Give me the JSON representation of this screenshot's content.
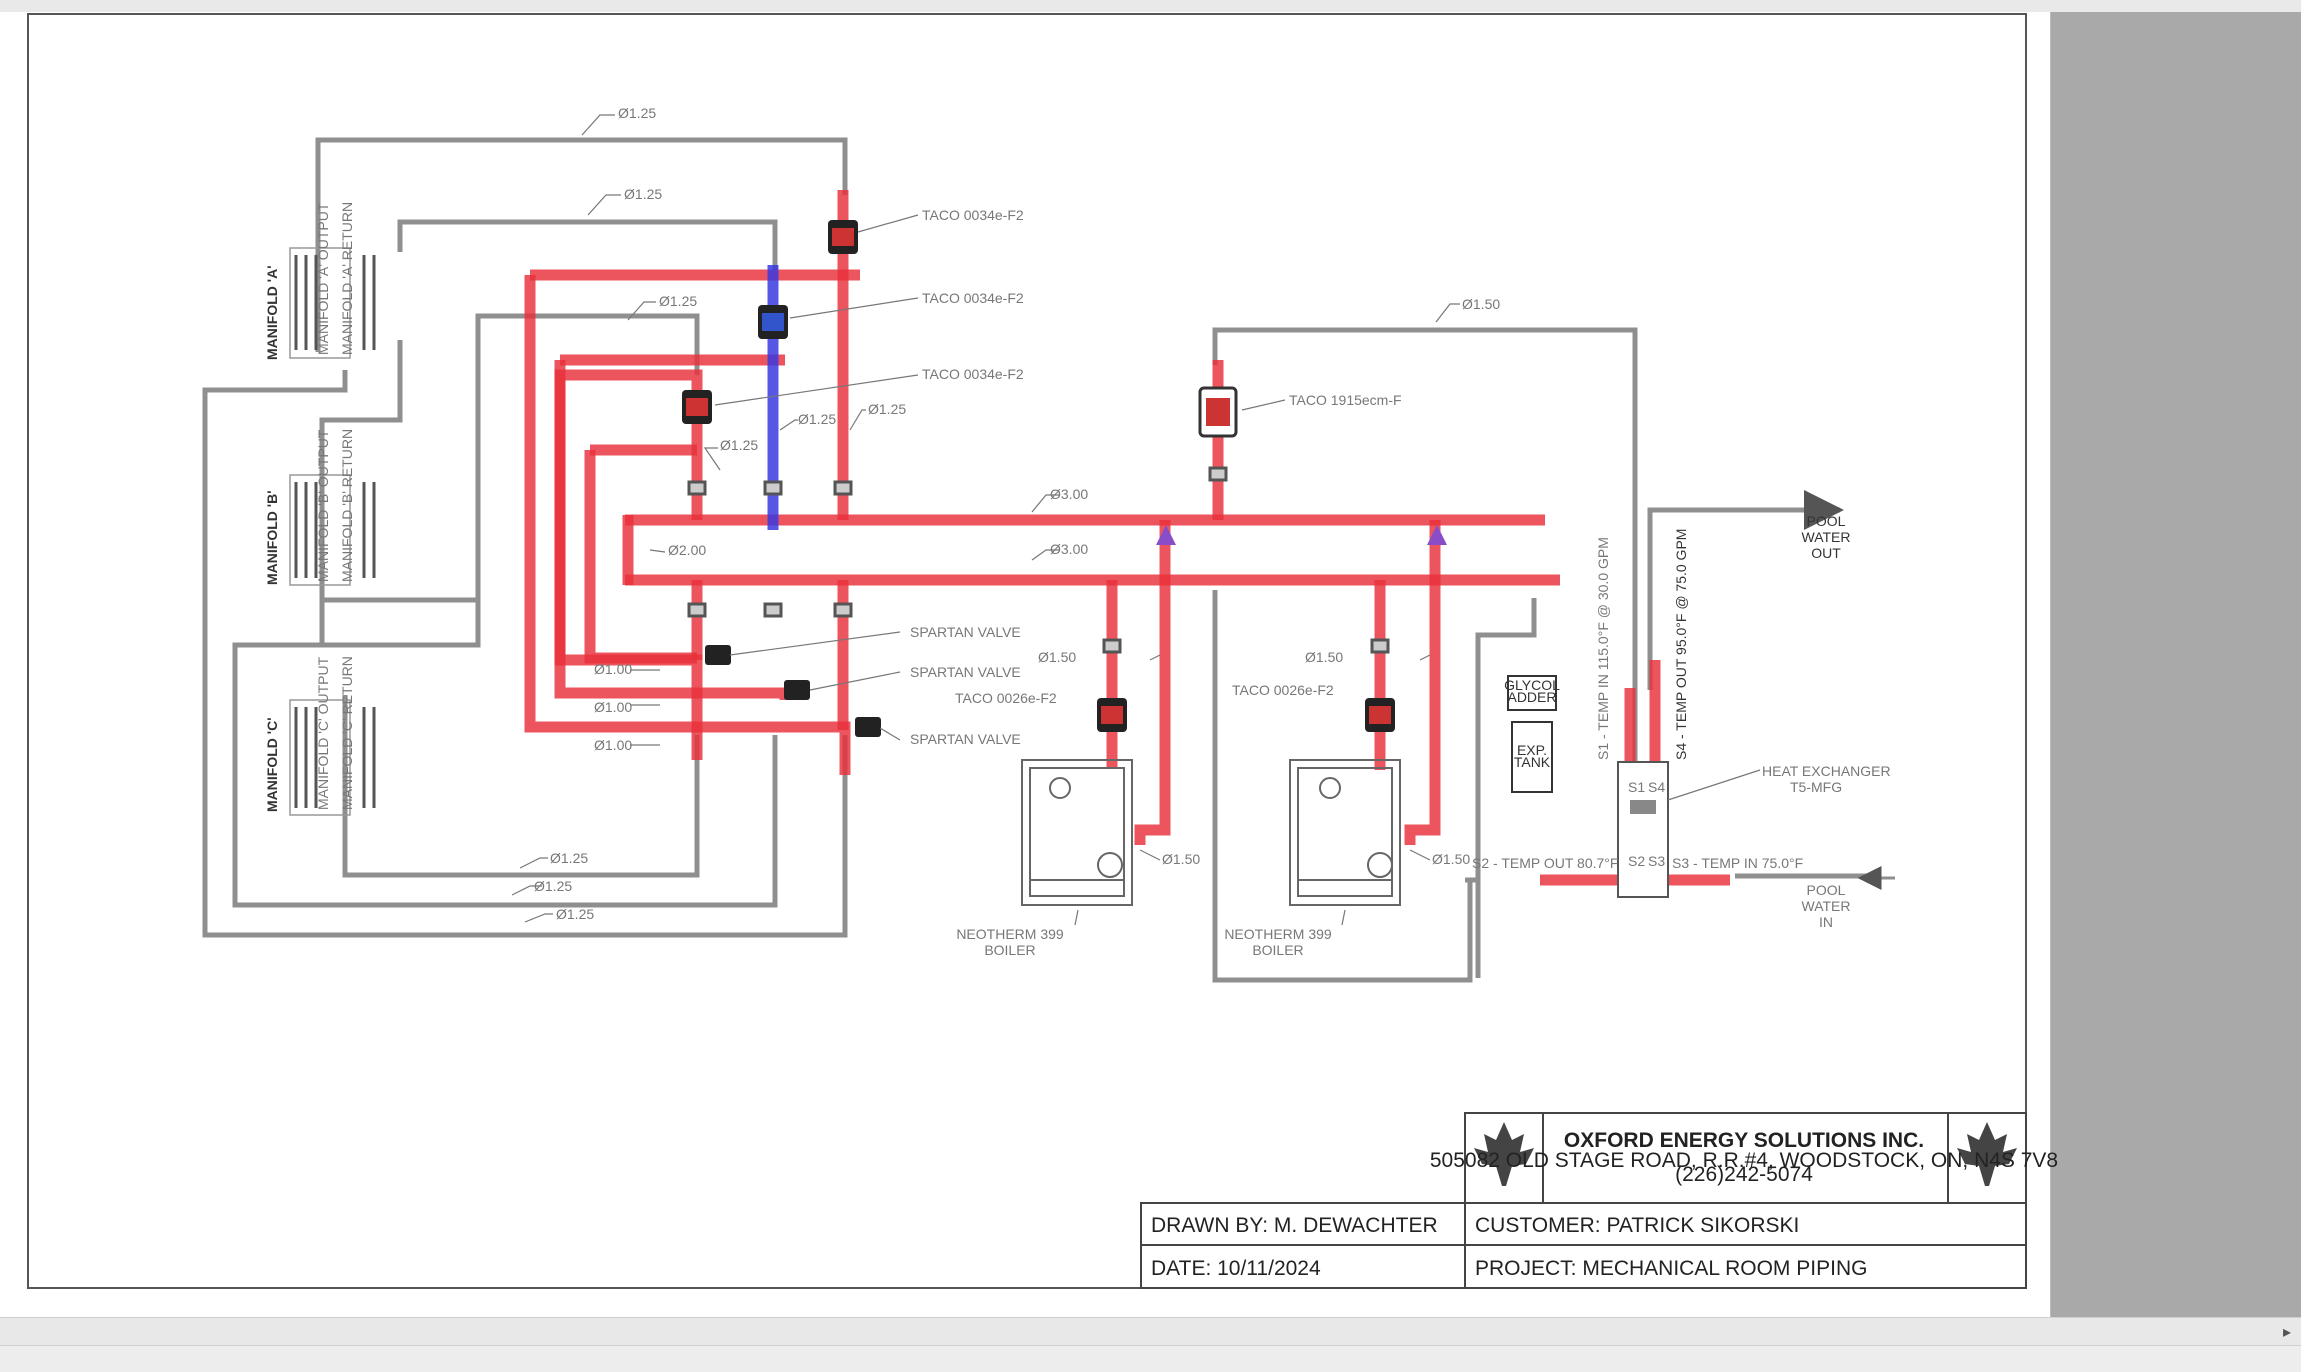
{
  "pipe_sizes": {
    "top_a": "Ø1.25",
    "top_b": "Ø1.25",
    "top_c": "Ø1.25",
    "riser_1": "Ø1.25",
    "riser_2": "Ø1.25",
    "riser_3": "Ø1.25",
    "header_supply": "Ø3.00",
    "header_return": "Ø3.00",
    "header_left": "Ø2.00",
    "bottom_1": "Ø1.25",
    "bottom_2": "Ø1.25",
    "bottom_3": "Ø1.25",
    "branch_1": "Ø1.00",
    "branch_2": "Ø1.00",
    "branch_3": "Ø1.00",
    "boiler_loop": "Ø1.50",
    "boiler1_supply": "Ø1.50",
    "boiler1_return": "Ø1.50",
    "boiler2_supply": "Ø1.50",
    "boiler2_return": "Ø1.50"
  },
  "manifolds": [
    {
      "title": "MANIFOLD 'A'",
      "output": "MANIFOLD 'A' OUTPUT",
      "return": "MANIFOLD 'A' RETURN"
    },
    {
      "title": "MANIFOLD 'B'",
      "output": "MANIFOLD 'B' OUTPUT",
      "return": "MANIFOLD 'B' RETURN"
    },
    {
      "title": "MANIFOLD 'C'",
      "output": "MANIFOLD 'C' OUTPUT",
      "return": "MANIFOLD 'C' RETURN"
    }
  ],
  "pumps": {
    "p1": "TACO 0034e-F2",
    "p2": "TACO 0034e-F2",
    "p3": "TACO 0034e-F2",
    "p4": "TACO 1915ecm-F",
    "p5": "TACO 0026e-F2",
    "p6": "TACO 0026e-F2"
  },
  "valves": [
    "SPARTAN VALVE",
    "SPARTAN VALVE",
    "SPARTAN VALVE"
  ],
  "boilers": [
    {
      "line1": "NEOTHERM 399",
      "line2": "BOILER"
    },
    {
      "line1": "NEOTHERM 399",
      "line2": "BOILER"
    }
  ],
  "equipment": {
    "glycol_line1": "GLYCOL",
    "glycol_line2": "ADDER",
    "exp_line1": "EXP.",
    "exp_line2": "TANK",
    "hx_line1": "HEAT EXCHANGER",
    "hx_line2": "T5-MFG"
  },
  "sensors": {
    "s1": "S1 - TEMP IN 115.0°F @ 30.0 GPM",
    "s4": "S4 - TEMP OUT 95.0°F @ 75.0 GPM",
    "s2": "S2 - TEMP OUT 80.7°F",
    "s3": "S3 - TEMP IN 75.0°F",
    "hx_ports": [
      "S1",
      "S4",
      "S2",
      "S3"
    ]
  },
  "pool": {
    "out": [
      "POOL",
      "WATER",
      "OUT"
    ],
    "in": [
      "POOL",
      "WATER",
      "IN"
    ]
  },
  "title_block": {
    "company": "OXFORD ENERGY SOLUTIONS INC.",
    "address": "505082 OLD STAGE ROAD, R.R.#4, WOODSTOCK, ON, N4S 7V8",
    "phone": "(226)242-5074",
    "drawn_by": "DRAWN BY: M. DEWACHTER",
    "date": "DATE: 10/11/2024",
    "customer": "CUSTOMER: PATRICK SIKORSKI",
    "project": "PROJECT: MECHANICAL ROOM PIPING"
  },
  "colors": {
    "hot_pipe": "#e8303a",
    "cold_pipe": "#3a3ae0",
    "pipe_outline": "#9a9a9a",
    "label": "#777777",
    "frame": "#444444"
  }
}
